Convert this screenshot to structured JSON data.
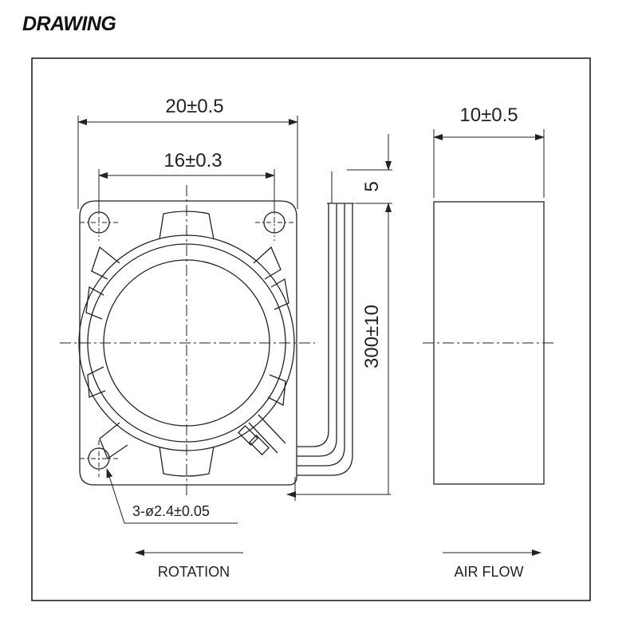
{
  "heading": "DRAWING",
  "dimensions": {
    "overall_width": "20±0.5",
    "hole_spacing": "16±0.3",
    "depth": "10±0.5",
    "lead_offset": "5",
    "lead_length": "300±10",
    "mounting_holes": "3-ø2.4±0.05"
  },
  "labels": {
    "rotation": "ROTATION",
    "air_flow": "AIR FLOW"
  },
  "colors": {
    "line": "#222222",
    "background": "#ffffff"
  }
}
